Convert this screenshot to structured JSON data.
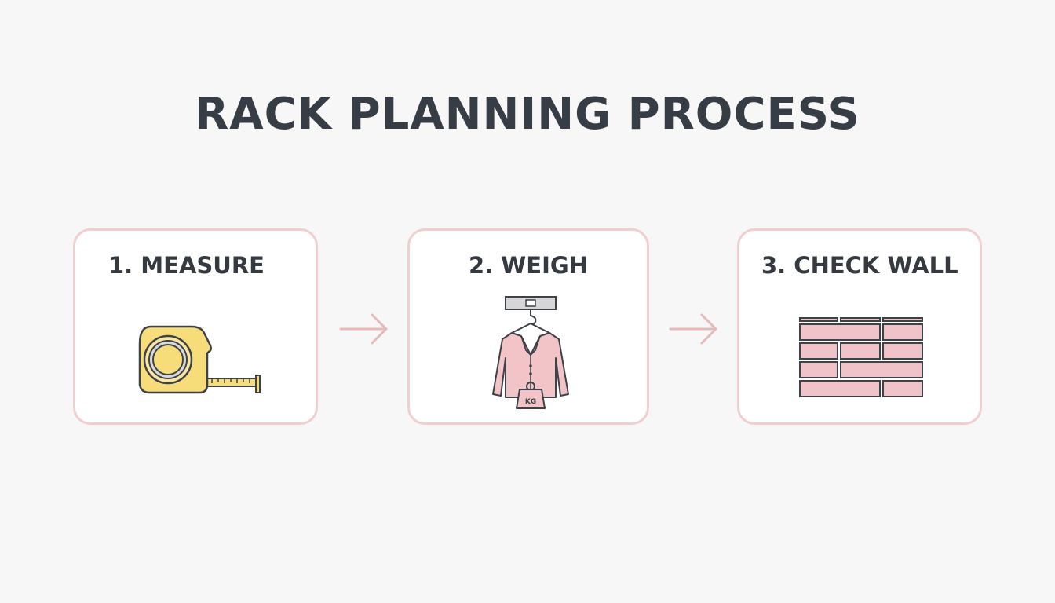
{
  "title": "RACK PLANNING PROCESS",
  "steps": [
    {
      "label": "1. MEASURE",
      "icon": "tape-measure-icon"
    },
    {
      "label": "2. WEIGH",
      "icon": "hanging-jacket-weight-icon",
      "weight_tag": "KG"
    },
    {
      "label": "3. CHECK WALL",
      "icon": "brick-wall-icon"
    }
  ],
  "colors": {
    "background": "#f7f7f7",
    "title_text": "#373d44",
    "card_border": "#efcfcf",
    "arrow": "#e9b9b9",
    "tape_yellow": "#f7dc7a",
    "jacket_pink": "#f2c4c8",
    "brick_pink": "#f0c3c8",
    "outline": "#3d4148"
  }
}
